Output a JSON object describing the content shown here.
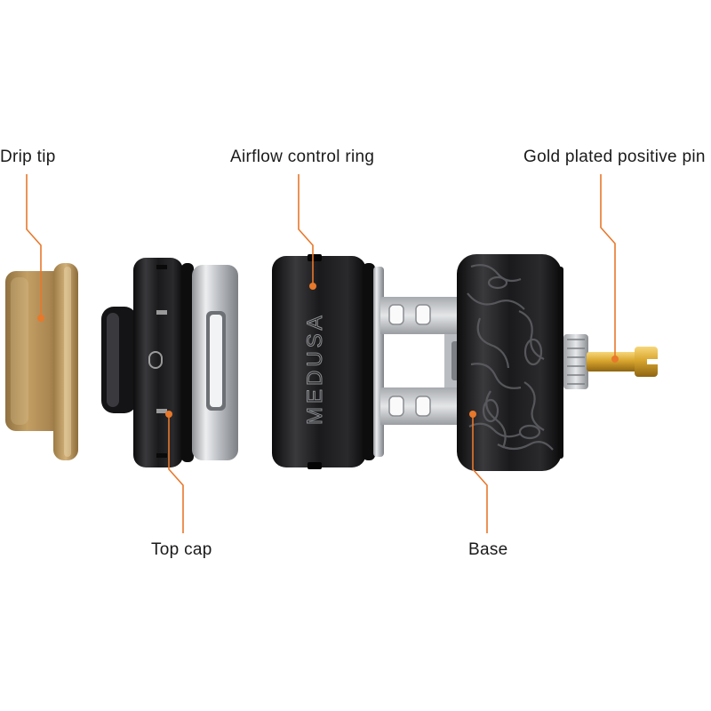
{
  "labels": {
    "drip_tip": "Drip tip",
    "airflow_control_ring": "Airflow control ring",
    "gold_plated_positive_pin": "Gold plated positive pin",
    "top_cap": "Top cap",
    "base": "Base"
  },
  "brand_text": "MEDUSA",
  "colors": {
    "leader": "#e8782a",
    "dot": "#e8782a",
    "drip_tip": "#b08a4e",
    "metal_dark": "#1c1c1e",
    "steel": "#c9cbce",
    "gold": "#d9a62e"
  }
}
